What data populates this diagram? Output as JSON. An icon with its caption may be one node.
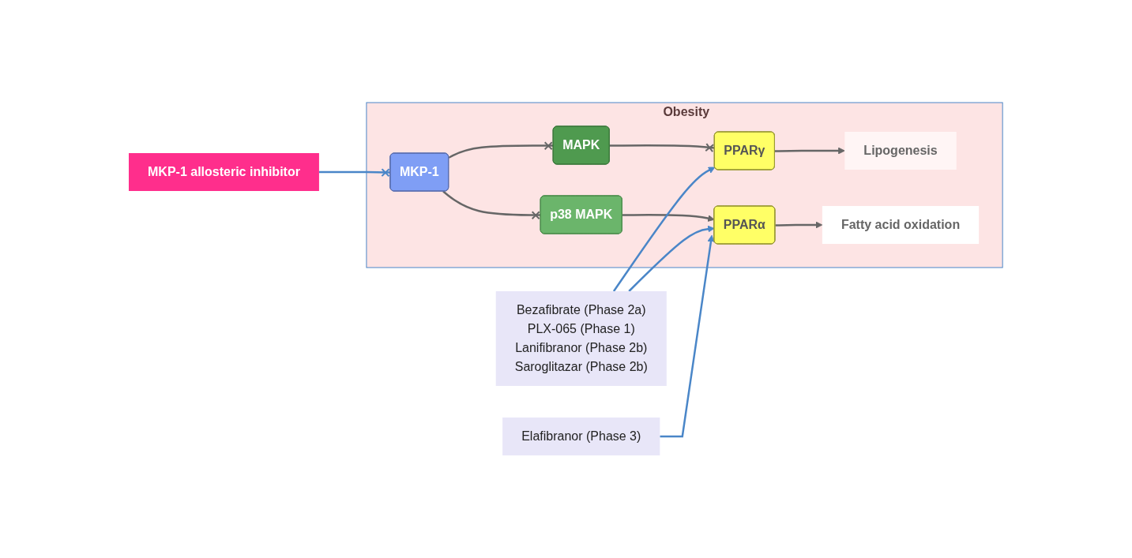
{
  "diagram": {
    "nodes": [
      {
        "text": [
          "Obesity"
        ]
      },
      {
        "text": [
          "MKP-1"
        ],
        "in": 0
      },
      {
        "text": [
          "MAPK"
        ],
        "in": 0
      },
      {
        "text": [
          "p38 MAPK"
        ],
        "in": 0
      },
      {
        "text": [
          "PPARγ"
        ],
        "in": 0
      },
      {
        "text": [
          "PPARα"
        ],
        "in": 0
      },
      {
        "text": [
          "Lipogenesis"
        ],
        "in": 0
      },
      {
        "text": [
          "Fatty acid oxidation"
        ],
        "in": 0
      },
      {
        "text": [
          "Bezafibrate (Phase 2a)",
          "PLX-065 (Phase 1)",
          "Lanifibranor (Phase 2b)",
          "Saroglitazar (Phase 2b)"
        ]
      },
      {
        "text": [
          "Elafibranor (Phase 3)"
        ]
      },
      {
        "text": [
          "MKP-1 allosteric inhibitor"
        ]
      }
    ],
    "edges": [
      {
        "from": 1,
        "to": 2,
        "arrow": "other"
      },
      {
        "from": 1,
        "to": 3,
        "arrow": "other"
      },
      {
        "from": 2,
        "to": 4,
        "arrow": "other"
      },
      {
        "from": 3,
        "to": 5,
        "arrow": "to"
      },
      {
        "from": 4,
        "to": 6,
        "arrow": "to"
      },
      {
        "from": 5,
        "to": 7,
        "arrow": "to"
      },
      {
        "from": 8,
        "to": 4,
        "arrow": "to",
        "color": "#4a86c8"
      },
      {
        "from": 8,
        "to": 5,
        "arrow": "to",
        "color": "#4a86c8"
      },
      {
        "from": 9,
        "to": 5,
        "arrow": "to",
        "color": "#4a86c8"
      },
      {
        "from": 10,
        "to": 1,
        "arrow": "other",
        "color": "#4a86c8"
      }
    ]
  }
}
